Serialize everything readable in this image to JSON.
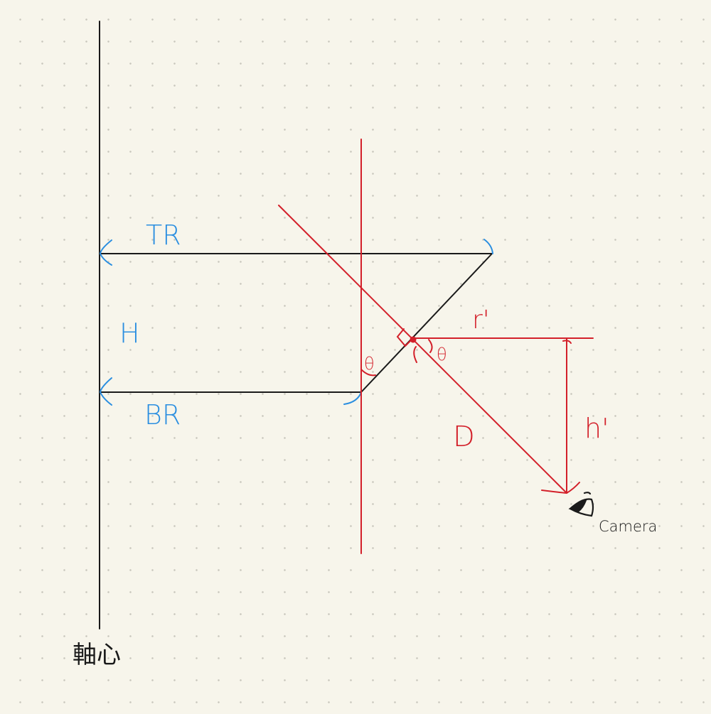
{
  "colors": {
    "ink": "#1a1a1a",
    "red": "#d3202a",
    "blue": "#2a8ee0",
    "paper": "#f7f5eb"
  },
  "labels": {
    "top_radius": "TR",
    "height": "H",
    "bottom_radius": "BR",
    "theta_left": "θ",
    "theta_right": "θ",
    "r_prime": "r'",
    "h_prime": "h'",
    "distance": "D",
    "camera": "Camera",
    "axis": "軸心"
  },
  "icons": {
    "camera": "eye-icon"
  }
}
